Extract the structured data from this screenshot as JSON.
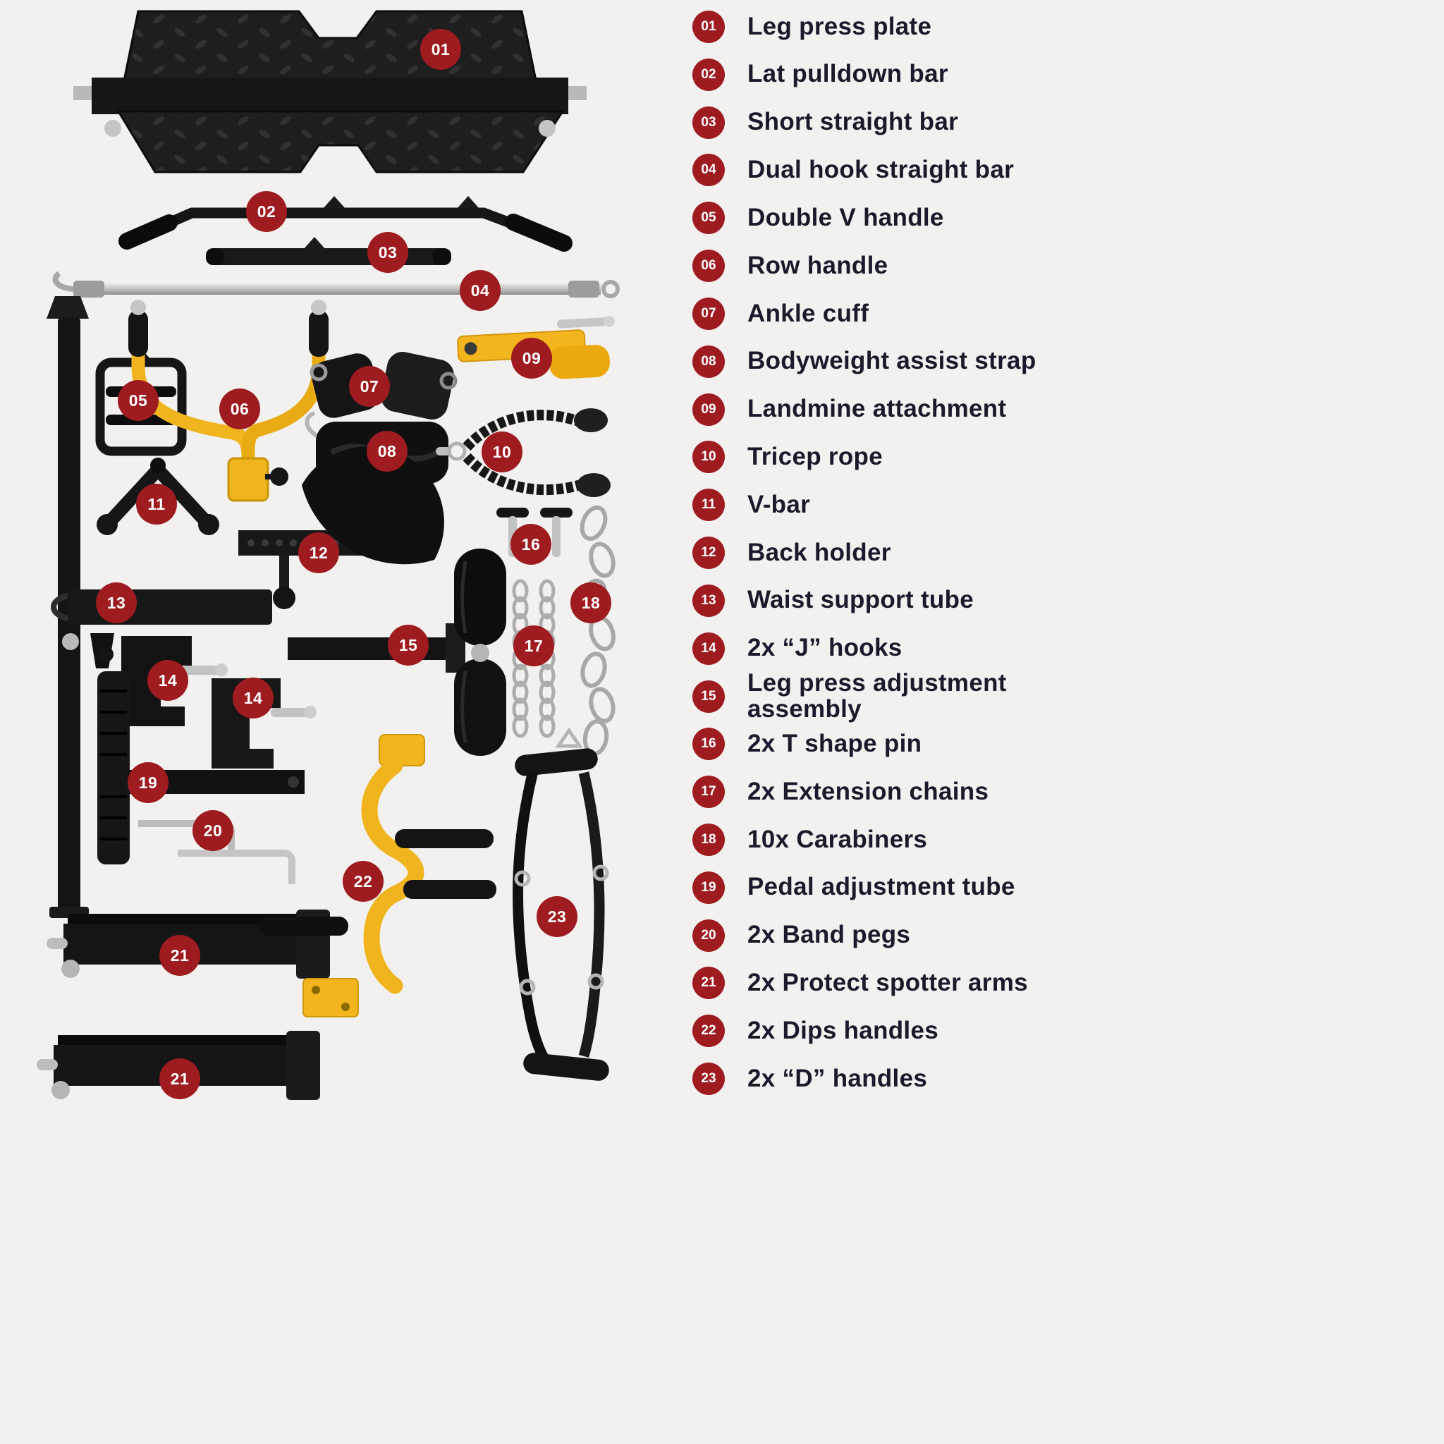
{
  "page": {
    "colors": {
      "background": "#f2f1ef",
      "badge_red": "#9e1b20",
      "badge_text": "#ffffff",
      "text_dark": "#1a1a2b",
      "metal_black": "#151515",
      "accent_yellow": "#f0b41e",
      "chrome_silver": "#c2c2c2"
    }
  },
  "legend": {
    "items": [
      {
        "number": "01",
        "label": "Leg press plate"
      },
      {
        "number": "02",
        "label": "Lat pulldown bar"
      },
      {
        "number": "03",
        "label": "Short straight bar"
      },
      {
        "number": "04",
        "label": "Dual hook straight bar"
      },
      {
        "number": "05",
        "label": "Double V handle"
      },
      {
        "number": "06",
        "label": "Row handle"
      },
      {
        "number": "07",
        "label": "Ankle cuff"
      },
      {
        "number": "08",
        "label": "Bodyweight assist strap"
      },
      {
        "number": "09",
        "label": "Landmine attachment"
      },
      {
        "number": "10",
        "label": "Tricep rope"
      },
      {
        "number": "11",
        "label": "V-bar"
      },
      {
        "number": "12",
        "label": "Back holder"
      },
      {
        "number": "13",
        "label": "Waist support tube"
      },
      {
        "number": "14",
        "label": "2x “J” hooks"
      },
      {
        "number": "15",
        "label": "Leg press adjustment\nassembly"
      },
      {
        "number": "16",
        "label": "2x T shape pin"
      },
      {
        "number": "17",
        "label": "2x Extension chains"
      },
      {
        "number": "18",
        "label": "10x Carabiners"
      },
      {
        "number": "19",
        "label": "Pedal adjustment tube"
      },
      {
        "number": "20",
        "label": "2x Band pegs"
      },
      {
        "number": "21",
        "label": "2x Protect spotter arms"
      },
      {
        "number": "22",
        "label": "2x Dips handles"
      },
      {
        "number": "23",
        "label": "2x “D” handles"
      }
    ]
  }
}
